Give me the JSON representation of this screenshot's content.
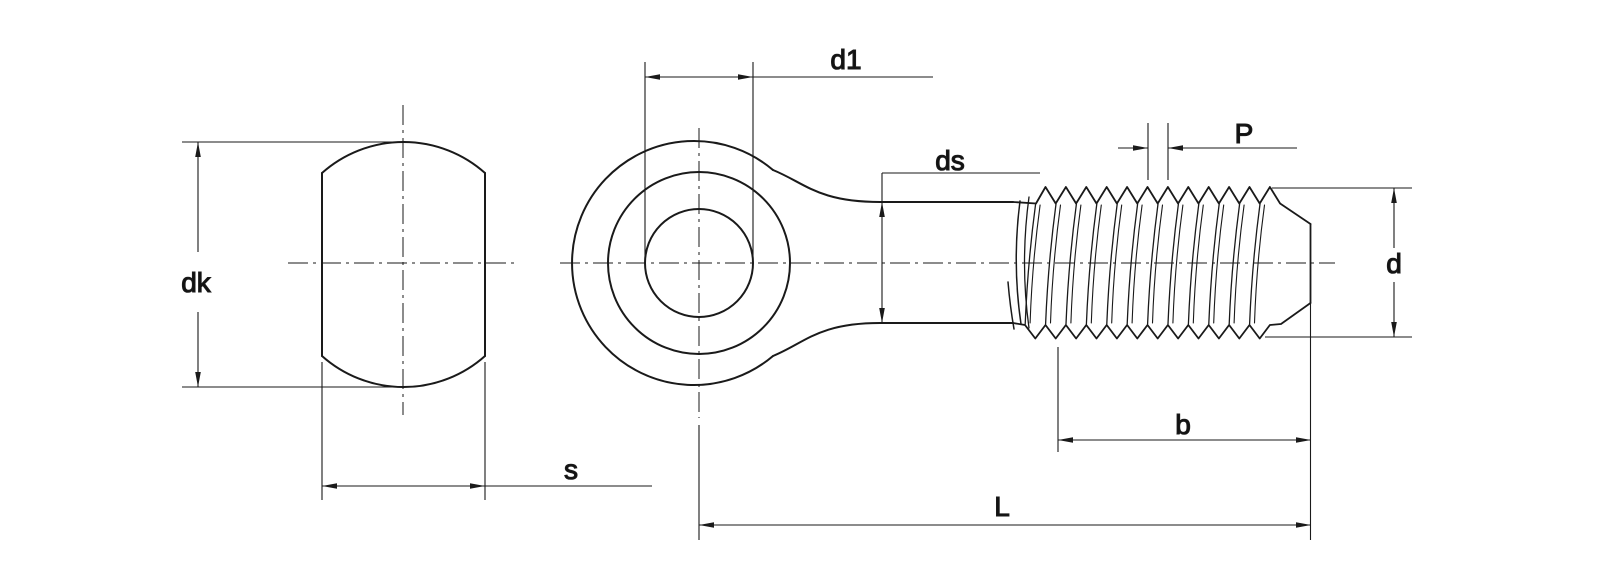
{
  "drawing": {
    "background": "#ffffff",
    "line_color": "#1a1a1a",
    "labels": {
      "dk": "dk",
      "s": "s",
      "d1": "d1",
      "ds": "ds",
      "P": "P",
      "d": "d",
      "b": "b",
      "L": "L"
    }
  }
}
